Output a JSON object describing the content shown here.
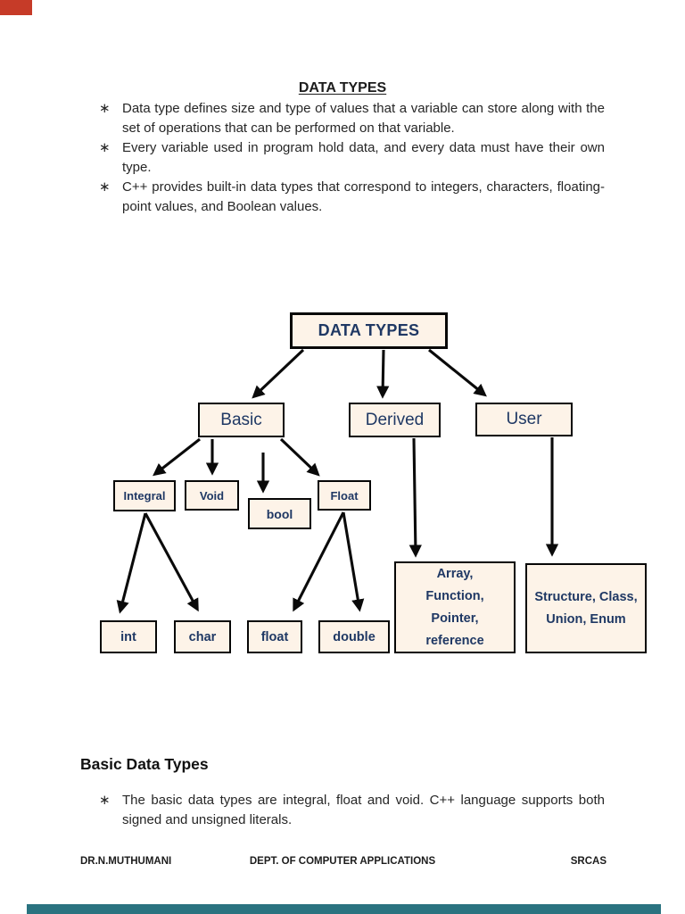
{
  "page": {
    "title": "DATA TYPES",
    "bullet_marker": "∗",
    "intro_bullets": [
      {
        "lines": [
          "Data type defines size and type of values that a variable can store along with the",
          "set of operations that can be performed on that variable."
        ]
      },
      {
        "lines": [
          "Every variable used in program hold data, and every data must have their own",
          "type."
        ]
      },
      {
        "lines": [
          "C++ provides built-in data types that correspond to integers, characters, floating-",
          "point values, and Boolean values."
        ]
      }
    ],
    "section": {
      "heading": "Basic Data Types",
      "bullets": [
        {
          "lines": [
            "The basic data types are integral, float and void. C++ language supports both",
            "signed and unsigned literals."
          ]
        }
      ]
    }
  },
  "diagram": {
    "nodes": {
      "root": "DATA TYPES",
      "basic": "Basic",
      "derived": "Derived",
      "user": "User",
      "integral": "Integral",
      "void_": "Void",
      "bool_": "bool",
      "float_branch": "Float",
      "int_": "int",
      "char_": "char",
      "float_": "float",
      "double_": "double"
    },
    "derived_box_lines": [
      "Array,",
      "Function,",
      "Pointer,",
      "reference"
    ],
    "user_box_lines": [
      "Structure, Class,",
      "Union, Enum"
    ]
  },
  "footer": {
    "left": "DR.N.MUTHUMANI",
    "center": "DEPT. OF COMPUTER APPLICATIONS",
    "right": "SRCAS"
  },
  "colors": {
    "box_fill": "#fdf3e8",
    "box_border": "#060606",
    "node_text": "#1f3864",
    "body_text": "#262626",
    "artifact_red": "#c63b28",
    "artifact_teal": "#2a7380"
  }
}
